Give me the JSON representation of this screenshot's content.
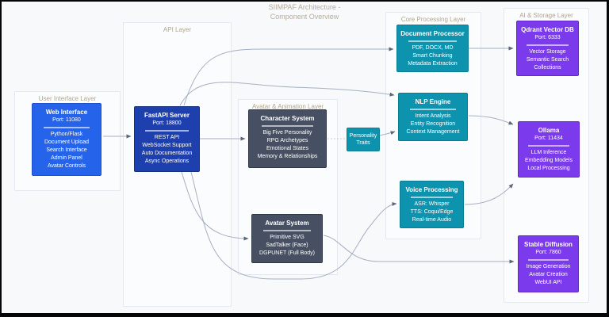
{
  "title": {
    "line1": "SIIMPAF Architecture -",
    "line2": "Component Overview"
  },
  "layers": {
    "ui": {
      "label": "User Interface Layer"
    },
    "api": {
      "label": "API Layer"
    },
    "avatar": {
      "label": "Avatar & Animation Layer"
    },
    "core": {
      "label": "Core Processing Layer"
    },
    "ai": {
      "label": "AI & Storage Layer"
    }
  },
  "nodes": {
    "web_interface": {
      "title": "Web Interface",
      "port": "Port: 11080",
      "items": [
        "Python/Flask",
        "Document Upload",
        "Search Interface",
        "Admin Panel",
        "Avatar Controls"
      ]
    },
    "fastapi_server": {
      "title": "FastAPI Server",
      "port": "Port: 18800",
      "items": [
        "REST API",
        "WebSocket Support",
        "Auto Documentation",
        "Async Operations"
      ]
    },
    "character_system": {
      "title": "Character System",
      "items": [
        "Big Five Personality",
        "RPG Archetypes",
        "Emotional States",
        "Memory & Relationships"
      ]
    },
    "avatar_system": {
      "title": "Avatar System",
      "items": [
        "Primitive SVG",
        "SadTalker (Face)",
        "DGPUNET (Full Body)"
      ]
    },
    "personality_traits": {
      "title": "Personality Traits"
    },
    "document_processor": {
      "title": "Document Processor",
      "items": [
        "PDF, DOCX, MD",
        "Smart Chunking",
        "Metadata Extraction"
      ]
    },
    "nlp_engine": {
      "title": "NLP Engine",
      "items": [
        "Intent Analysis",
        "Entity Recognition",
        "Context Management"
      ]
    },
    "voice_processing": {
      "title": "Voice Processing",
      "items": [
        "ASR: Whisper",
        "TTS: Coqui/Edge",
        "Real-time Audio"
      ]
    },
    "qdrant_vector_db": {
      "title": "Qdrant Vector DB",
      "port": "Port: 6333",
      "items": [
        "Vector Storage",
        "Semantic Search",
        "Collections"
      ]
    },
    "ollama": {
      "title": "Ollama",
      "port": "Port: 11434",
      "items": [
        "LLM Inference",
        "Embedding Models",
        "Local Processing"
      ]
    },
    "stable_diffusion": {
      "title": "Stable Diffusion",
      "port": "Port: 7860",
      "items": [
        "Image Generation",
        "Avatar Creation",
        "WebUI API"
      ]
    }
  },
  "edges": [
    {
      "from": "Web Interface",
      "to": "FastAPI Server"
    },
    {
      "from": "FastAPI Server",
      "to": "Document Processor"
    },
    {
      "from": "FastAPI Server",
      "to": "NLP Engine"
    },
    {
      "from": "FastAPI Server",
      "to": "Character System"
    },
    {
      "from": "FastAPI Server",
      "to": "Avatar System"
    },
    {
      "from": "FastAPI Server",
      "to": "Voice Processing"
    },
    {
      "from": "Character System",
      "to": "Personality Traits",
      "style": "dotted"
    },
    {
      "from": "Personality Traits",
      "to": "NLP Engine"
    },
    {
      "from": "Avatar System",
      "to": "Stable Diffusion"
    },
    {
      "from": "Document Processor",
      "to": "Qdrant Vector DB"
    },
    {
      "from": "NLP Engine",
      "to": "Ollama"
    },
    {
      "from": "Voice Processing",
      "to": "Ollama"
    }
  ],
  "colors": {
    "web_blue": "#2563eb",
    "api_navy": "#1e40af",
    "system_slate": "#475063",
    "processing_teal": "#0e93ae",
    "storage_purple": "#7c3aed",
    "edge": "#a6b0c3",
    "label_tan": "#b3a48c"
  }
}
